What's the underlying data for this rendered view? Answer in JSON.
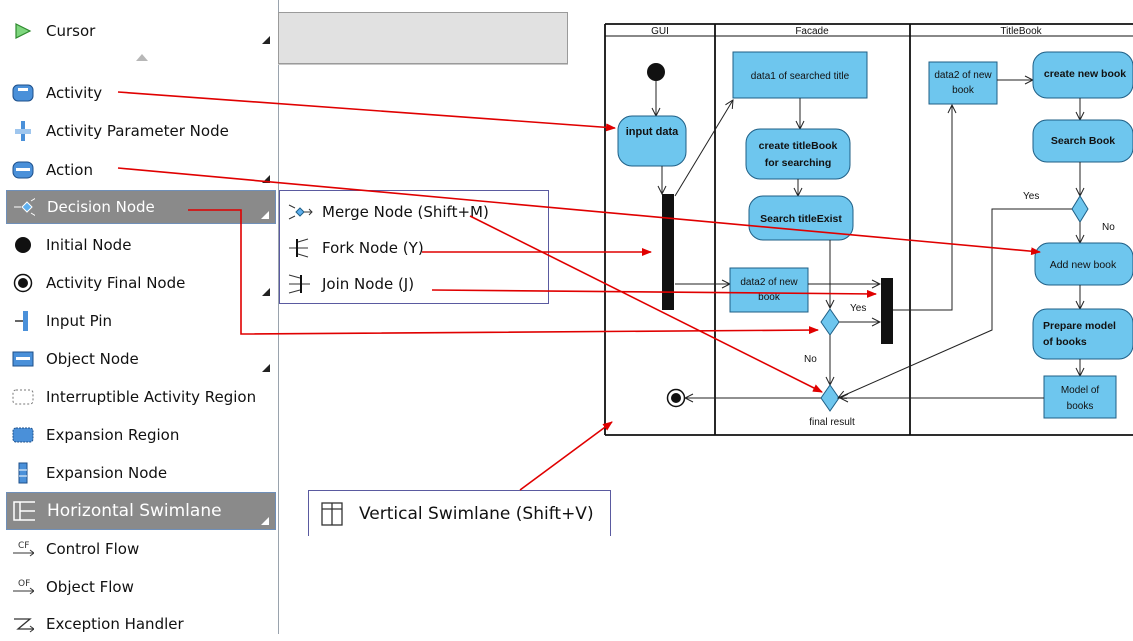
{
  "palette": {
    "items": [
      {
        "label": "Cursor",
        "icon": "cursor-arrow-icon",
        "selected": false,
        "has_submenu": true
      },
      {
        "label": "Activity",
        "icon": "activity-icon",
        "selected": false,
        "has_submenu": false
      },
      {
        "label": "Activity Parameter Node",
        "icon": "activity-parameter-node-icon",
        "selected": false,
        "has_submenu": false
      },
      {
        "label": "Action",
        "icon": "action-icon",
        "selected": false,
        "has_submenu": true
      },
      {
        "label": "Decision Node",
        "icon": "decision-node-icon",
        "selected": true,
        "has_submenu": true
      },
      {
        "label": "Initial Node",
        "icon": "initial-node-icon",
        "selected": false,
        "has_submenu": false
      },
      {
        "label": "Activity Final Node",
        "icon": "activity-final-node-icon",
        "selected": false,
        "has_submenu": true
      },
      {
        "label": "Input Pin",
        "icon": "input-pin-icon",
        "selected": false,
        "has_submenu": false
      },
      {
        "label": "Object Node",
        "icon": "object-node-icon",
        "selected": false,
        "has_submenu": true
      },
      {
        "label": "Interruptible Activity Region",
        "icon": "interruptible-region-icon",
        "selected": false,
        "has_submenu": false
      },
      {
        "label": "Expansion Region",
        "icon": "expansion-region-icon",
        "selected": false,
        "has_submenu": false
      },
      {
        "label": "Expansion Node",
        "icon": "expansion-node-icon",
        "selected": false,
        "has_submenu": false
      },
      {
        "label": "Horizontal Swimlane",
        "icon": "horizontal-swimlane-icon",
        "selected": true,
        "has_submenu": true
      },
      {
        "label": "Control Flow",
        "icon": "control-flow-icon",
        "selected": false,
        "has_submenu": false
      },
      {
        "label": "Object Flow",
        "icon": "object-flow-icon",
        "selected": false,
        "has_submenu": false
      },
      {
        "label": "Exception Handler",
        "icon": "exception-handler-icon",
        "selected": false,
        "has_submenu": false
      }
    ]
  },
  "decision_submenu": {
    "items": [
      {
        "label": "Merge Node (Shift+M)",
        "icon": "merge-node-icon"
      },
      {
        "label": "Fork Node (Y)",
        "icon": "fork-node-icon"
      },
      {
        "label": "Join Node (J)",
        "icon": "join-node-icon"
      }
    ]
  },
  "swimlane_submenu": {
    "label": "Vertical Swimlane (Shift+V)",
    "icon": "vertical-swimlane-icon"
  },
  "icon_text": {
    "control_flow": "CF",
    "object_flow": "OF"
  },
  "diagram": {
    "lanes": [
      "GUI",
      "Facade",
      "TitleBook"
    ],
    "nodes": {
      "input_data": "input data",
      "data1": "data1 of searched title",
      "create_titlebook_1": "create titleBook",
      "create_titlebook_2": "for searching",
      "search_title_exist": "Search titleExist",
      "data2_facade_1": "data2 of new",
      "data2_facade_2": "book",
      "data2_title_1": "data2 of new",
      "data2_title_2": "book",
      "create_new_book": "create new book",
      "search_book": "Search Book",
      "add_new_book": "Add new book",
      "prepare_model_1": "Prepare model",
      "prepare_model_2": "of books",
      "model_books_1": "Model of",
      "model_books_2": "books",
      "final_result": "final result"
    },
    "guards": {
      "yes_facade": "Yes",
      "no_facade": "No",
      "yes_title": "Yes",
      "no_title": "No"
    }
  },
  "colors": {
    "node_fill": "#6ec6ee",
    "node_stroke": "#1f5f86",
    "annotation_arrow": "#e00000",
    "selection_bg": "#8a8a8a"
  }
}
